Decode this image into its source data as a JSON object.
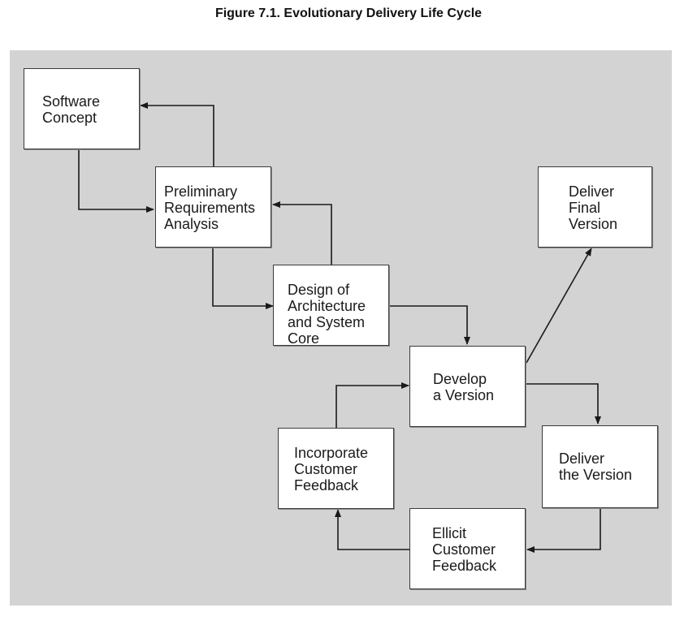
{
  "figure": {
    "title": "Figure 7.1. Evolutionary Delivery Life Cycle"
  },
  "nodes": {
    "software_concept": "Software\nConcept",
    "preliminary_requirements": "Preliminary\nRequirements\nAnalysis",
    "design_architecture": "Design of\nArchitecture\nand System\nCore",
    "develop_version": "Develop\na Version",
    "deliver_final": "Deliver\nFinal\nVersion",
    "deliver_version": "Deliver\nthe Version",
    "elicit_feedback": "Ellicit\nCustomer\nFeedback",
    "incorporate_feedback": "Incorporate\nCustomer\nFeedback"
  },
  "colors": {
    "panel": "#d3d3d3",
    "box": "#ffffff",
    "line": "#1a1a1a"
  }
}
